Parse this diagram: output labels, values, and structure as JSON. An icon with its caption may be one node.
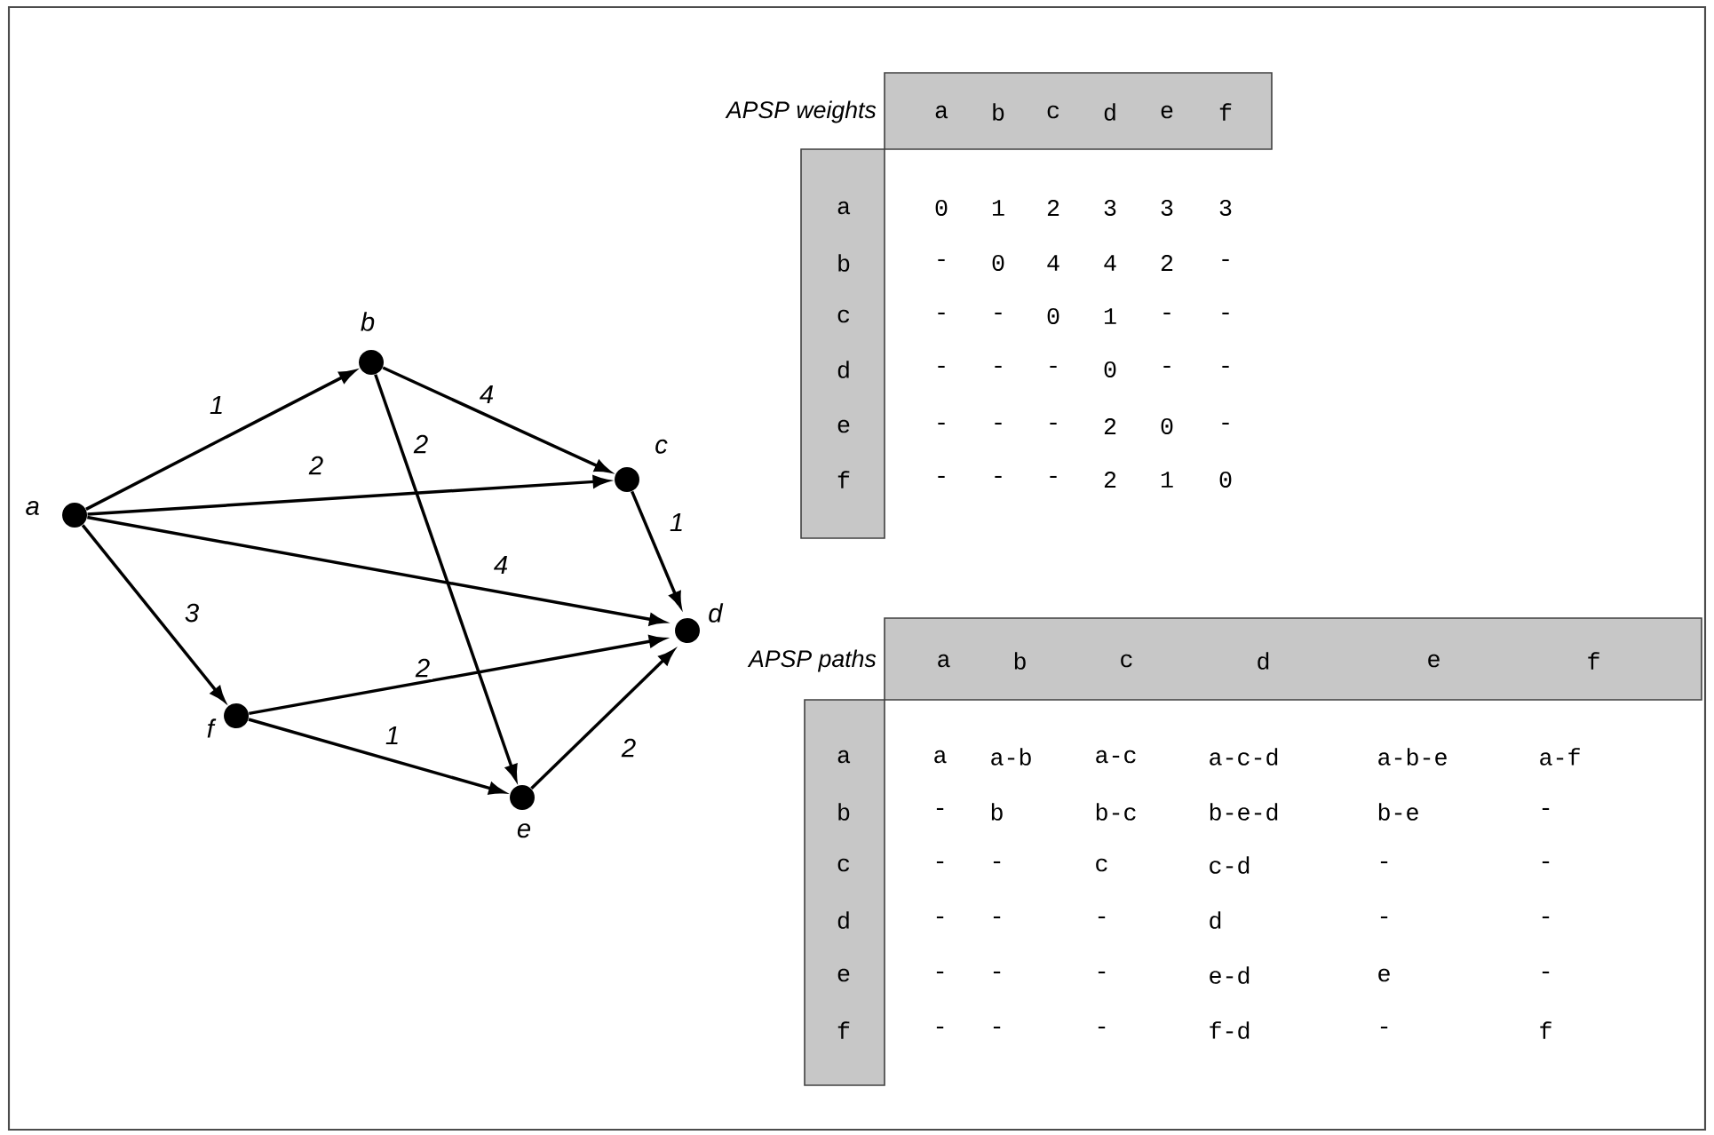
{
  "diagram": {
    "nodes": [
      {
        "text": [],
        "shape": "circle",
        "beside": [
          "a"
        ]
      },
      {
        "text": [],
        "shape": "circle",
        "beside": [
          "b"
        ]
      },
      {
        "text": [],
        "shape": "circle",
        "beside": [
          "c"
        ]
      },
      {
        "text": [],
        "shape": "circle",
        "beside": [
          "d"
        ]
      },
      {
        "text": [],
        "shape": "circle",
        "beside": [
          "e"
        ]
      },
      {
        "text": [],
        "shape": "circle",
        "beside": [
          "f"
        ]
      }
    ],
    "edges": [
      {
        "from": 0,
        "to": 1,
        "arrow": "to",
        "label": "1"
      },
      {
        "from": 0,
        "to": 2,
        "arrow": "to",
        "label": "2"
      },
      {
        "from": 0,
        "to": 3,
        "arrow": "to",
        "label": "4"
      },
      {
        "from": 0,
        "to": 5,
        "arrow": "to",
        "label": "3"
      },
      {
        "from": 1,
        "to": 2,
        "arrow": "to",
        "label": "4"
      },
      {
        "from": 1,
        "to": 4,
        "arrow": "to",
        "label": "2"
      },
      {
        "from": 2,
        "to": 3,
        "arrow": "to",
        "label": "1"
      },
      {
        "from": 5,
        "to": 3,
        "arrow": "to",
        "label": "2"
      },
      {
        "from": 5,
        "to": 4,
        "arrow": "to",
        "label": "1"
      },
      {
        "from": 4,
        "to": 3,
        "arrow": "to",
        "label": "2"
      }
    ],
    "labels": [
      "APSP weights",
      "a",
      "b",
      "c",
      "d",
      "e",
      "f",
      "a",
      "0",
      "1",
      "2",
      "3",
      "3",
      "3",
      "b",
      "-",
      "0",
      "4",
      "4",
      "2",
      "-",
      "c",
      "-",
      "-",
      "0",
      "1",
      "-",
      "-",
      "d",
      "-",
      "-",
      "-",
      "0",
      "-",
      "-",
      "e",
      "-",
      "-",
      "-",
      "2",
      "0",
      "-",
      "f",
      "-",
      "-",
      "-",
      "2",
      "1",
      "0",
      "APSP paths",
      "a",
      "b",
      "c",
      "d",
      "e",
      "f",
      "a",
      "a",
      "a-b",
      "a-c",
      "a-c-d",
      "a-b-e",
      "a-f",
      "b",
      "-",
      "b",
      "b-c",
      "b-e-d",
      "b-e",
      "-",
      "c",
      "-",
      "-",
      "c",
      "c-d",
      "-",
      "-",
      "d",
      "-",
      "-",
      "-",
      "d",
      "-",
      "-",
      "e",
      "-",
      "-",
      "-",
      "e-d",
      "e",
      "-",
      "f",
      "-",
      "-",
      "-",
      "f-d",
      "-",
      "f"
    ]
  }
}
